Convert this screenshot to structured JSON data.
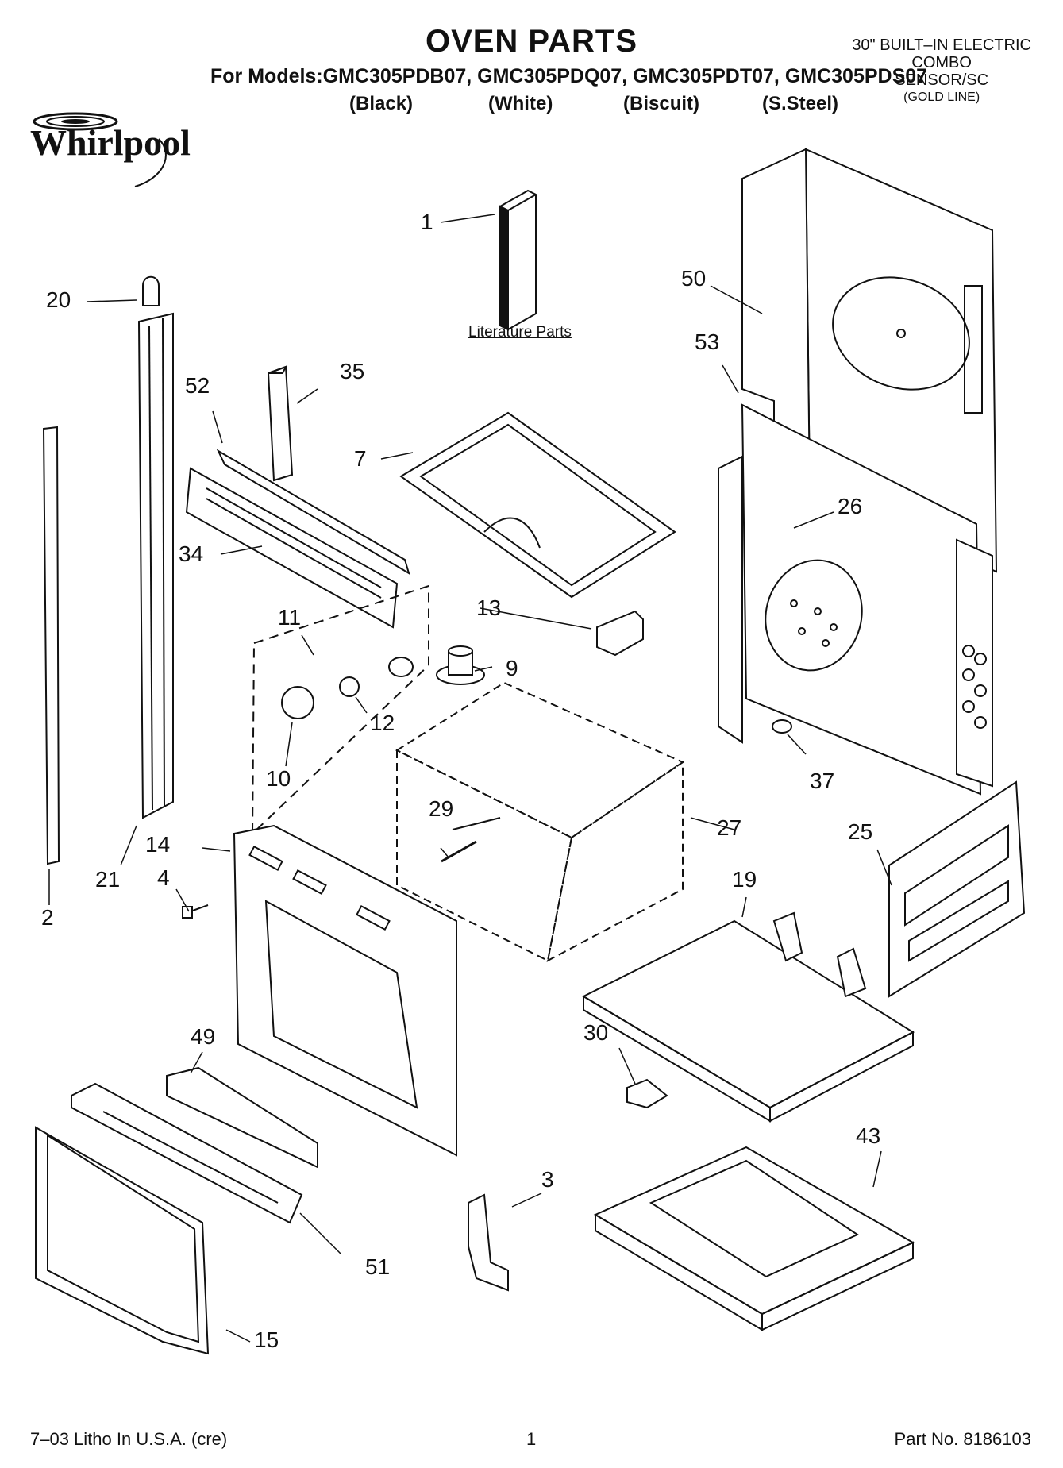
{
  "header": {
    "title": "OVEN PARTS",
    "models_line": "For Models:GMC305PDB07, GMC305PDQ07, GMC305PDT07, GMC305PDS07",
    "variants": [
      "(Black)",
      "(White)",
      "(Biscuit)",
      "(S.Steel)"
    ],
    "right_lines": [
      "30\" BUILT–IN ELECTRIC",
      "COMBO",
      "SENSOR/SC",
      "(GOLD LINE)"
    ]
  },
  "brand": {
    "logo_text": "Whirlpool"
  },
  "literature_label": "Literature Parts",
  "part_labels": {
    "p1": "1",
    "p2": "2",
    "p3": "3",
    "p4": "4",
    "p7": "7",
    "p9": "9",
    "p10": "10",
    "p11": "11",
    "p12": "12",
    "p13": "13",
    "p14": "14",
    "p15": "15",
    "p19": "19",
    "p20": "20",
    "p21": "21",
    "p25": "25",
    "p26": "26",
    "p27": "27",
    "p29": "29",
    "p30": "30",
    "p34": "34",
    "p35": "35",
    "p37": "37",
    "p43": "43",
    "p49": "49",
    "p50": "50",
    "p51": "51",
    "p52": "52",
    "p53": "53"
  },
  "footer": {
    "left": "7–03 Litho In U.S.A. (cre)",
    "center": "1",
    "right": "Part No. 8186103"
  }
}
